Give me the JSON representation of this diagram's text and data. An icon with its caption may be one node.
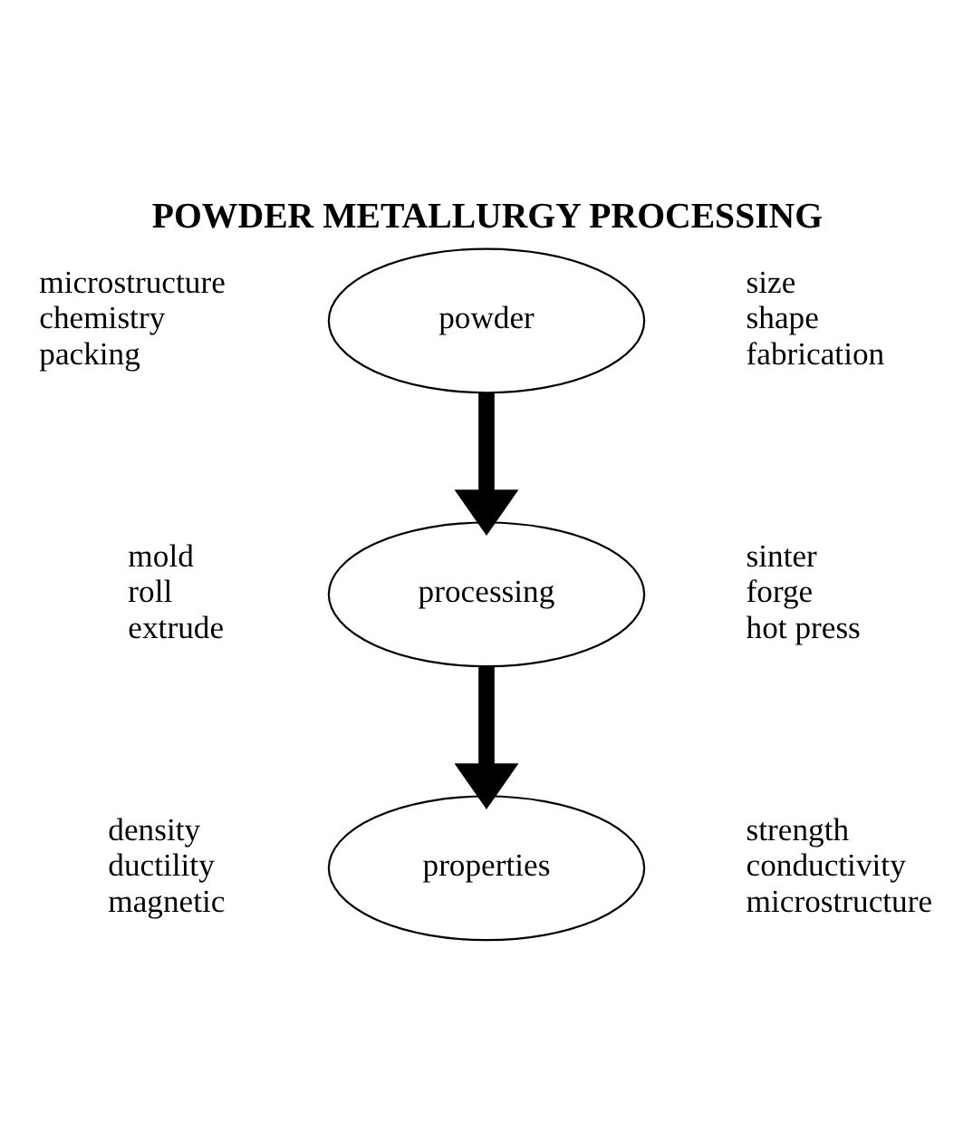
{
  "diagram": {
    "title": "POWDER METALLURGY PROCESSING",
    "nodes": [
      {
        "text": [
          "powder"
        ],
        "beside": [
          "microstructure",
          "chemistry",
          "packing",
          "size",
          "shape",
          "fabrication"
        ]
      },
      {
        "text": [
          "processing"
        ],
        "beside": [
          "mold",
          "roll",
          "extrude",
          "sinter",
          "forge",
          "hot press"
        ]
      },
      {
        "text": [
          "properties"
        ],
        "beside": [
          "density",
          "ductility",
          "magnetic",
          "strength",
          "conductivity",
          "microstructure"
        ]
      }
    ],
    "edges": [
      {
        "from": 0,
        "to": 1,
        "arrow": "to"
      },
      {
        "from": 1,
        "to": 2,
        "arrow": "to"
      }
    ]
  }
}
